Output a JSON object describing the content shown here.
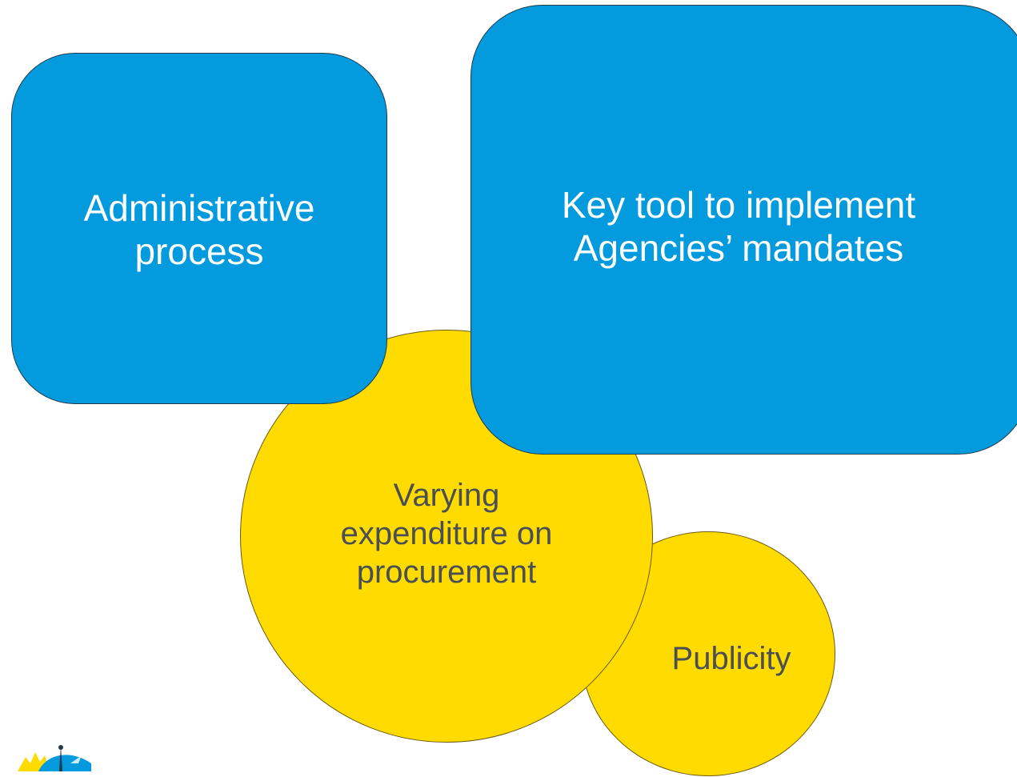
{
  "diagram": {
    "administrative": {
      "label": "Administrative\nprocess"
    },
    "key_tool": {
      "label": "Key tool to implement\nAgencies’ mandates"
    },
    "varying": {
      "label": "Varying\nexpenditure on\nprocurement"
    },
    "publicity": {
      "label": "Publicity"
    }
  },
  "colors": {
    "box_fill": "#039BDE",
    "circle_fill": "#FFDB00",
    "box_text": "#FFFFFF",
    "circle_text": "#4A4F55"
  },
  "logo": {
    "icon": "agency-logo-icon"
  }
}
